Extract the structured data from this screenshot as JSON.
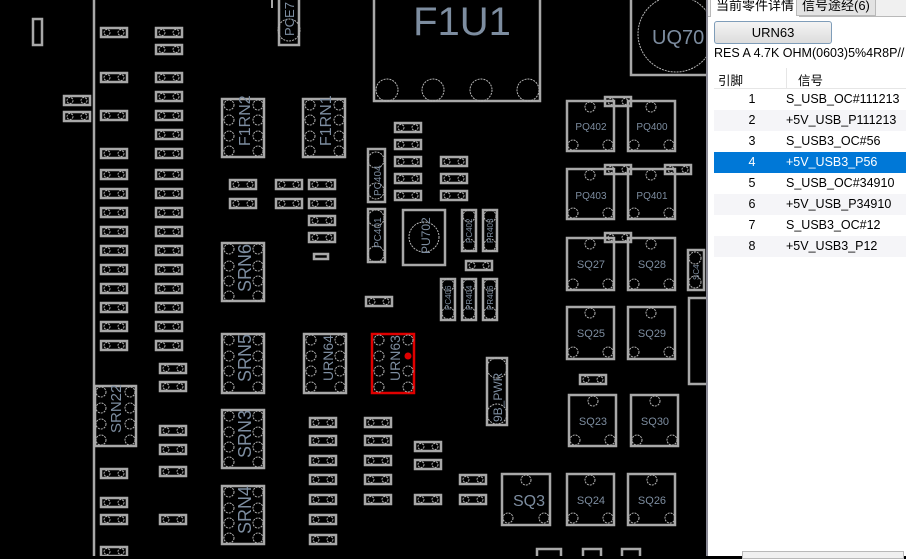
{
  "board": {
    "components": [
      {
        "ref": "F1U1",
        "kind": "large-ic"
      },
      {
        "ref": "UQ70",
        "kind": "round-part"
      },
      {
        "ref": "PCE7",
        "kind": "cap"
      },
      {
        "ref": "F1RN2",
        "kind": "resistor-network"
      },
      {
        "ref": "F1RN1",
        "kind": "resistor-network"
      },
      {
        "ref": "PC404",
        "kind": "cap"
      },
      {
        "ref": "PC401",
        "kind": "cap"
      },
      {
        "ref": "PU702",
        "kind": "ic"
      },
      {
        "ref": "PC402",
        "kind": "cap"
      },
      {
        "ref": "PR403",
        "kind": "resistor"
      },
      {
        "ref": "PQ402",
        "kind": "transistor"
      },
      {
        "ref": "PQ400",
        "kind": "transistor"
      },
      {
        "ref": "PQ403",
        "kind": "transistor"
      },
      {
        "ref": "PQ401",
        "kind": "transistor"
      },
      {
        "ref": "SQ27",
        "kind": "transistor"
      },
      {
        "ref": "SQ28",
        "kind": "transistor"
      },
      {
        "ref": "SC4",
        "kind": "cap"
      },
      {
        "ref": "SRN6",
        "kind": "resistor-network"
      },
      {
        "ref": "PC406",
        "kind": "cap"
      },
      {
        "ref": "PR404",
        "kind": "resistor"
      },
      {
        "ref": "PR406",
        "kind": "resistor"
      },
      {
        "ref": "SQ25",
        "kind": "transistor"
      },
      {
        "ref": "SQ29",
        "kind": "transistor"
      },
      {
        "ref": "SRN5",
        "kind": "resistor-network"
      },
      {
        "ref": "URN64",
        "kind": "resistor-network"
      },
      {
        "ref": "URN63",
        "kind": "resistor-network",
        "selected": true
      },
      {
        "ref": "9B_PWR",
        "kind": "connector"
      },
      {
        "ref": "SRN22",
        "kind": "resistor-network"
      },
      {
        "ref": "SRN3",
        "kind": "resistor-network"
      },
      {
        "ref": "SQ23",
        "kind": "transistor"
      },
      {
        "ref": "SQ30",
        "kind": "transistor"
      },
      {
        "ref": "SRN4",
        "kind": "resistor-network"
      },
      {
        "ref": "SQ3",
        "kind": "transistor"
      },
      {
        "ref": "SQ24",
        "kind": "transistor"
      },
      {
        "ref": "SQ26",
        "kind": "transistor"
      }
    ],
    "selection_color": "#e00000",
    "label_color": "#7d8da0",
    "outline_color": "#a8a8a8"
  },
  "panel": {
    "tabs": [
      {
        "label": "当前零件详情",
        "active": true
      },
      {
        "label": "信号途经(6)",
        "active": false
      }
    ],
    "component_button": "URN63",
    "description": "RES A 4.7K OHM(0603)5%4R8P//",
    "table": {
      "headers": {
        "pin": "引脚",
        "signal": "信号"
      },
      "rows": [
        {
          "pin": "1",
          "signal": "S_USB_OC#111213"
        },
        {
          "pin": "2",
          "signal": "+5V_USB_P111213"
        },
        {
          "pin": "3",
          "signal": "S_USB3_OC#56"
        },
        {
          "pin": "4",
          "signal": "+5V_USB3_P56",
          "selected": true
        },
        {
          "pin": "5",
          "signal": "S_USB_OC#34910"
        },
        {
          "pin": "6",
          "signal": "+5V_USB_P34910"
        },
        {
          "pin": "7",
          "signal": "S_USB3_OC#12"
        },
        {
          "pin": "8",
          "signal": "+5V_USB3_P12"
        }
      ]
    },
    "accent_color": "#0078d7"
  }
}
